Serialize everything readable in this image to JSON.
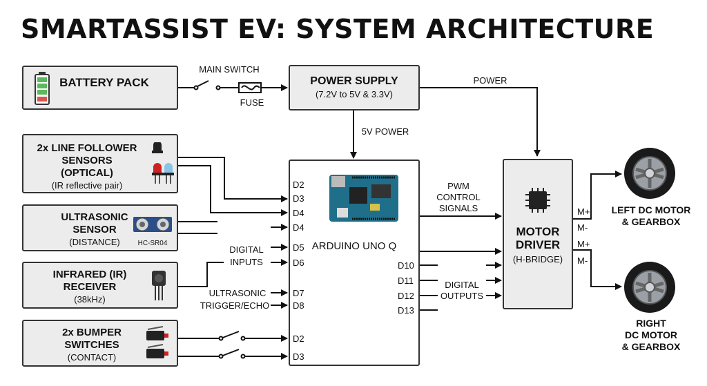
{
  "title": "SMARTASSIST EV: SYSTEM ARCHITECTURE",
  "battery": {
    "label": "BATTERY PACK",
    "icon": "battery-icon"
  },
  "main_switch": "MAIN SWITCH",
  "fuse": "FUSE",
  "power_supply": {
    "title": "POWER SUPPLY",
    "sub": "(7.2V to 5V & 3.3V)"
  },
  "power_label": "POWER",
  "five_v_power": "5V POWER",
  "line_sensors": {
    "title1": "2x LINE FOLLOWER",
    "title2": "SENSORS",
    "title3": "(OPTICAL)",
    "sub": "(IR reflective pair)"
  },
  "ultrasonic": {
    "title1": "ULTRASONIC",
    "title2": "SENSOR",
    "sub": "(DISTANCE)",
    "model": "HC-SR04"
  },
  "ir_receiver": {
    "title1": "INFRARED (IR)",
    "title2": "RECEIVER",
    "sub": "(38kHz)"
  },
  "bumpers": {
    "title1": "2x BUMPER",
    "title2": "SWITCHES",
    "sub": "(CONTACT)"
  },
  "arduino": {
    "name": "ARDUINO UNO Q"
  },
  "left_pins": [
    "D2",
    "D3",
    "D4",
    "D4",
    "D5",
    "D6",
    "D7",
    "D8",
    "D2",
    "D3"
  ],
  "right_pins": [
    "D10",
    "D11",
    "D12",
    "D13"
  ],
  "digital_inputs": [
    "DIGITAL",
    "INPUTS"
  ],
  "ultrasonic_trigger": [
    "ULTRASONIC",
    "TRIGGER/ECHO"
  ],
  "pwm": [
    "PWM",
    "CONTROL",
    "SIGNALS"
  ],
  "digital_outputs": [
    "DIGITAL",
    "OUTPUTS"
  ],
  "motor_driver": {
    "title1": "MOTOR",
    "title2": "DRIVER",
    "sub": "(H-BRIDGE)"
  },
  "motor_pins": [
    "M+",
    "M-",
    "M+",
    "M-"
  ],
  "left_motor": [
    "LEFT DC MOTOR",
    "& GEARBOX"
  ],
  "right_motor": [
    "RIGHT",
    "DC MOTOR",
    "& GEARBOX"
  ]
}
